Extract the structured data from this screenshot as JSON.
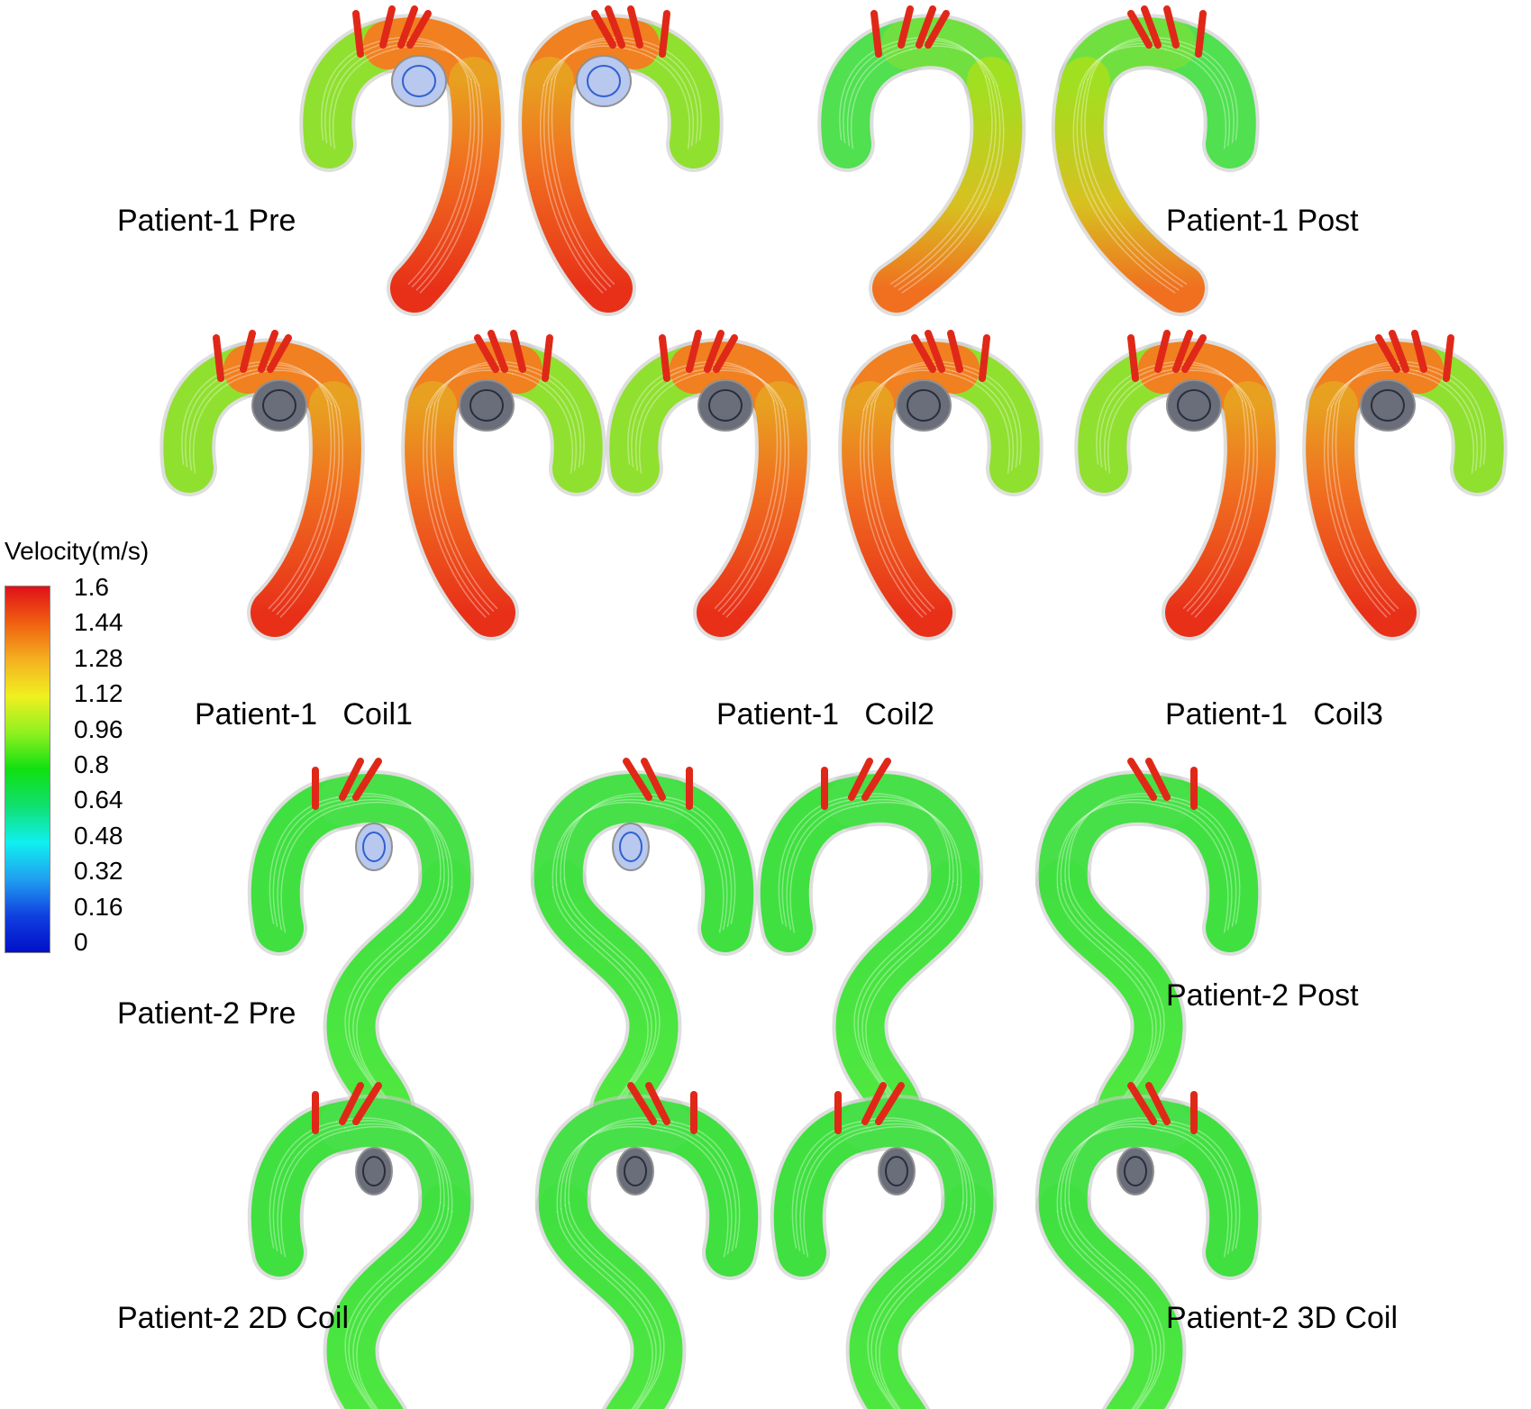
{
  "colorbar": {
    "title": "Velocity(m/s)",
    "ticks": [
      "1.6",
      "1.44",
      "1.28",
      "1.12",
      "0.96",
      "0.8",
      "0.64",
      "0.48",
      "0.32",
      "0.16",
      "0"
    ],
    "colors": [
      "#e0101a",
      "#f06010",
      "#f4b020",
      "#f0f020",
      "#90f020",
      "#10e010",
      "#10e070",
      "#10f0f0",
      "#20a0f0",
      "#1040e0",
      "#0010c8"
    ]
  },
  "labels": {
    "p1_pre": "Patient-1 Pre",
    "p1_post": "Patient-1 Post",
    "p1_coil1": "Patient-1   Coil1",
    "p1_coil2": "Patient-1   Coil2",
    "p1_coil3": "Patient-1   Coil3",
    "p2_pre": "Patient-2 Pre",
    "p2_post": "Patient-2 Post",
    "p2_2d": "Patient-2 2D Coil",
    "p2_3d": "Patient-2 3D Coil"
  },
  "aortas": [
    {
      "view": "front",
      "row": "p1_pre",
      "flow": "high",
      "aneurysm": "open"
    },
    {
      "view": "back",
      "row": "p1_pre",
      "flow": "high",
      "aneurysm": "open"
    },
    {
      "view": "front",
      "row": "p1_post",
      "flow": "medium",
      "aneurysm": "none"
    },
    {
      "view": "back",
      "row": "p1_post",
      "flow": "medium",
      "aneurysm": "none"
    },
    {
      "view": "front",
      "row": "p1_coil1",
      "flow": "high",
      "aneurysm": "coiled"
    },
    {
      "view": "back",
      "row": "p1_coil1",
      "flow": "high",
      "aneurysm": "coiled"
    },
    {
      "view": "front",
      "row": "p1_coil2",
      "flow": "high",
      "aneurysm": "coiled"
    },
    {
      "view": "back",
      "row": "p1_coil2",
      "flow": "high",
      "aneurysm": "coiled"
    },
    {
      "view": "front",
      "row": "p1_coil3",
      "flow": "high",
      "aneurysm": "coiled"
    },
    {
      "view": "back",
      "row": "p1_coil3",
      "flow": "high",
      "aneurysm": "coiled"
    },
    {
      "view": "front",
      "row": "p2_pre",
      "flow": "low",
      "aneurysm": "open"
    },
    {
      "view": "back",
      "row": "p2_pre",
      "flow": "low",
      "aneurysm": "open"
    },
    {
      "view": "front",
      "row": "p2_post",
      "flow": "low",
      "aneurysm": "none"
    },
    {
      "view": "back",
      "row": "p2_post",
      "flow": "low",
      "aneurysm": "none"
    },
    {
      "view": "front",
      "row": "p2_2d",
      "flow": "low",
      "aneurysm": "coiled"
    },
    {
      "view": "back",
      "row": "p2_2d",
      "flow": "low",
      "aneurysm": "coiled"
    },
    {
      "view": "front",
      "row": "p2_3d",
      "flow": "low",
      "aneurysm": "coiled"
    },
    {
      "view": "back",
      "row": "p2_3d",
      "flow": "low",
      "aneurysm": "coiled"
    }
  ]
}
